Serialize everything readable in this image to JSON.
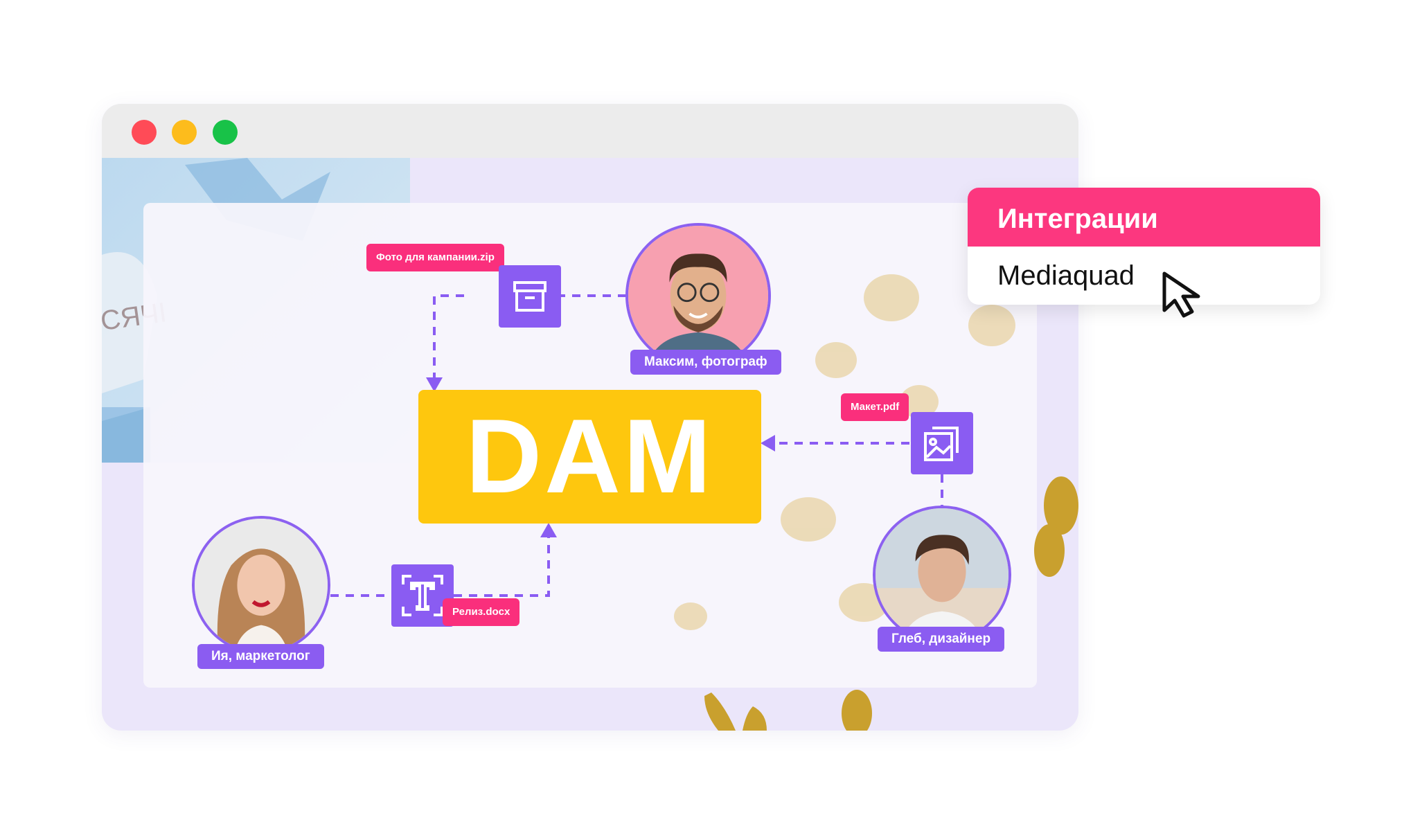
{
  "diagram": {
    "center_label": "DAM",
    "people": [
      {
        "name": "Максим, фотограф",
        "file": "Фото для кампании.zip",
        "icon": "archive-box-icon"
      },
      {
        "name": "Глеб, дизайнер",
        "file": "Макет.pdf",
        "icon": "image-gallery-icon"
      },
      {
        "name": "Ия, маркетолог",
        "file": "Релиз.docx",
        "icon": "text-t-icon"
      }
    ]
  },
  "popup": {
    "title": "Интеграции",
    "item": "Mediaquad"
  },
  "colors": {
    "accent_purple": "#8b5cf1",
    "accent_pink": "#fa2f7c",
    "dam_yellow": "#fec70e",
    "window_bg": "#ebe6fa"
  }
}
